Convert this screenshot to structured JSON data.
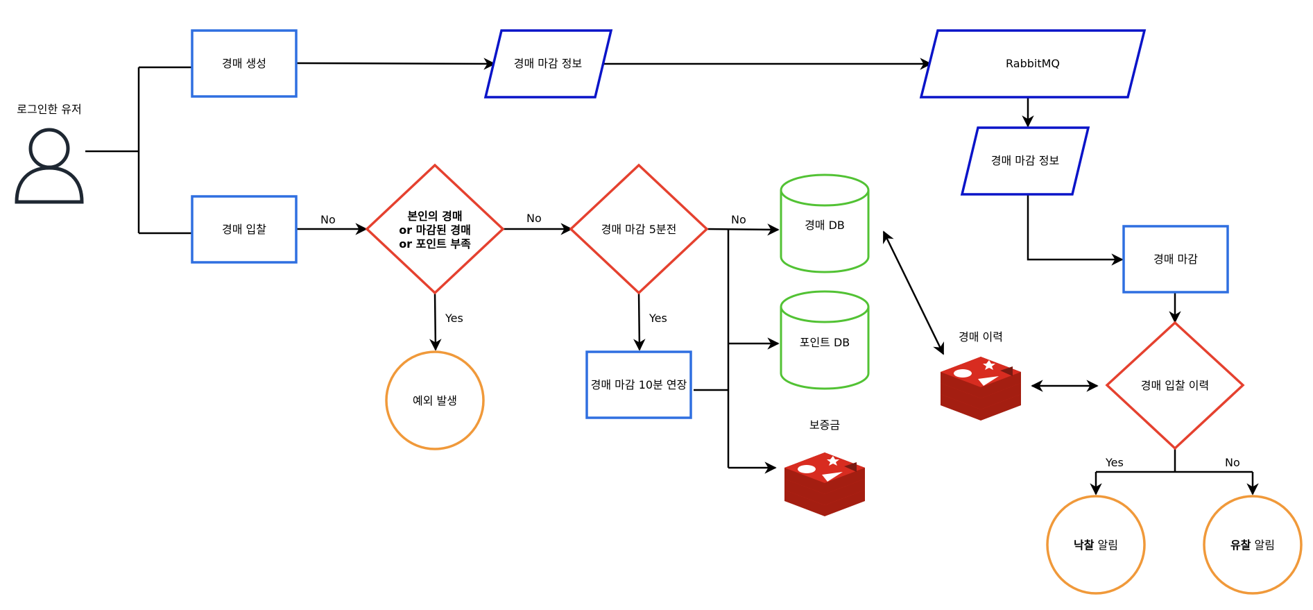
{
  "user": {
    "label": "로그인한 유저",
    "icon": "user-icon"
  },
  "nodes": {
    "create_auction": "경매 생성",
    "auction_close_info_top": "경매 마감 정보",
    "rabbitmq": "RabbitMQ",
    "auction_close_info_right": "경매 마감 정보",
    "auction_close": "경매 마감",
    "bid": "경매 입찰",
    "check_decision": [
      "본인의 경매",
      "or 마감된 경매",
      "or 포인트 부족"
    ],
    "five_min_decision": "경매 마감 5분전",
    "exception": "예외 발생",
    "extend_10min": "경매 마감 10분 연장",
    "auction_db": "경매 DB",
    "point_db": "포인트 DB",
    "deposit_label": "보증금",
    "history_label": "경매 이력",
    "bid_history_decision": "경매 입찰 이력",
    "win_notice": {
      "strong": "낙찰",
      "rest": " 알림"
    },
    "fail_notice": {
      "strong": "유찰",
      "rest": " 알림"
    }
  },
  "edge_labels": {
    "bid_to_check_no": "No",
    "check_to_five_no": "No",
    "five_to_db_no": "No",
    "check_yes": "Yes",
    "five_yes": "Yes",
    "history_yes": "Yes",
    "history_no": "No"
  },
  "colors": {
    "process_blue": "#2f6fe0",
    "data_navy": "#0a14c8",
    "decision_red": "#e5412f",
    "terminal_orange": "#f0993a",
    "db_green": "#52c234",
    "redis_red": "#a41e11",
    "user_dark": "#1e2732"
  }
}
